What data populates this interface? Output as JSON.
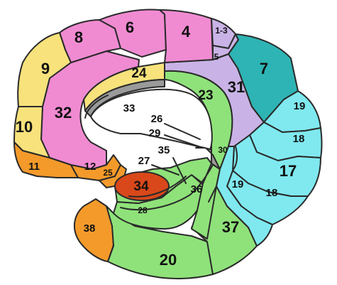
{
  "areas": [
    {
      "id": "a1-3",
      "label": "1-3",
      "color": "#c9b3e6"
    },
    {
      "id": "a4",
      "label": "4",
      "color": "#f08bd2"
    },
    {
      "id": "a5",
      "label": "5",
      "color": "#c9b3e6"
    },
    {
      "id": "a6",
      "label": "6",
      "color": "#f08bd2"
    },
    {
      "id": "a7",
      "label": "7",
      "color": "#2eb4b4"
    },
    {
      "id": "a8",
      "label": "8",
      "color": "#f08bd2"
    },
    {
      "id": "a9",
      "label": "9",
      "color": "#f7e27c"
    },
    {
      "id": "a10",
      "label": "10",
      "color": "#f7e27c"
    },
    {
      "id": "a11",
      "label": "11",
      "color": "#f49a2a"
    },
    {
      "id": "a12",
      "label": "12",
      "color": "#f49a2a"
    },
    {
      "id": "a17",
      "label": "17",
      "color": "#7fe9ef"
    },
    {
      "id": "a18a",
      "label": "18",
      "color": "#7fe9ef"
    },
    {
      "id": "a18b",
      "label": "18",
      "color": "#7fe9ef"
    },
    {
      "id": "a19a",
      "label": "19",
      "color": "#7fe9ef"
    },
    {
      "id": "a19b",
      "label": "19",
      "color": "#7fe9ef"
    },
    {
      "id": "a20",
      "label": "20",
      "color": "#8fe27a"
    },
    {
      "id": "a23",
      "label": "23",
      "color": "#8fe27a"
    },
    {
      "id": "a24",
      "label": "24",
      "color": "#f7e27c"
    },
    {
      "id": "a25",
      "label": "25",
      "color": "#f49a2a"
    },
    {
      "id": "a26",
      "label": "26",
      "color": "#8fe27a"
    },
    {
      "id": "a27",
      "label": "27",
      "color": "#8fe27a"
    },
    {
      "id": "a28",
      "label": "28",
      "color": "#8fe27a"
    },
    {
      "id": "a29",
      "label": "29",
      "color": "#8fe27a"
    },
    {
      "id": "a30",
      "label": "30",
      "color": "#9a9a9a"
    },
    {
      "id": "a31",
      "label": "31",
      "color": "#c9b3e6"
    },
    {
      "id": "a32",
      "label": "32",
      "color": "#f08bd2"
    },
    {
      "id": "a33",
      "label": "33",
      "color": "#9a9a9a"
    },
    {
      "id": "a34",
      "label": "34",
      "color": "#d9481a"
    },
    {
      "id": "a35",
      "label": "35",
      "color": "#8fe27a"
    },
    {
      "id": "a36",
      "label": "36",
      "color": "#8fe27a"
    },
    {
      "id": "a37",
      "label": "37",
      "color": "#8fe27a"
    },
    {
      "id": "a38",
      "label": "38",
      "color": "#f49a2a"
    }
  ]
}
